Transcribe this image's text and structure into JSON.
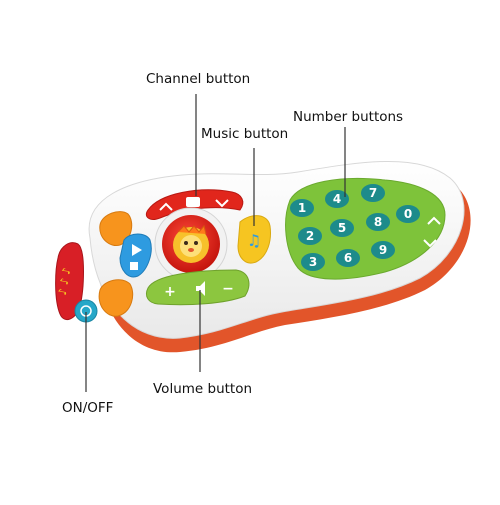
{
  "callouts": {
    "channel": "Channel button",
    "music": "Music button",
    "number": "Number buttons",
    "volume": "Volume button",
    "onoff": "ON/OFF"
  },
  "number_keys": [
    "4",
    "7",
    "1",
    "5",
    "8",
    "0",
    "2",
    "9",
    "3",
    "6"
  ],
  "colors": {
    "body": "#ffffff",
    "base": "#e2552a",
    "channel": "#e1261c",
    "keypad": "#7ec33a",
    "number_keys": "#1d8b8b",
    "volume": "#8cc63f",
    "music": "#f6c521",
    "center": "#e5251b",
    "orange_button": "#f7941d",
    "blue_button": "#2e9be0",
    "onoff_button": "#26a7c8",
    "red_side": "#d81f26",
    "callout_text": "#111111"
  }
}
